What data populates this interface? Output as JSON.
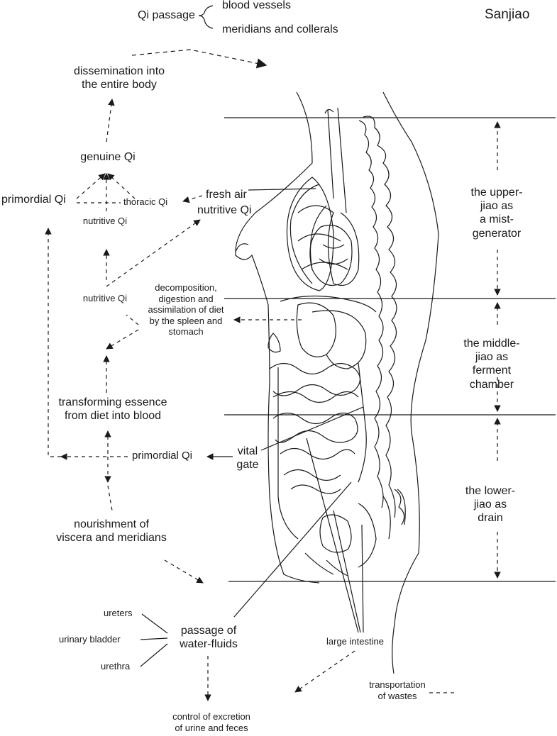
{
  "title": "Sanjiao",
  "qi_passage": {
    "label": "Qi passage",
    "branches": [
      "blood vessels",
      "meridians and collerals"
    ]
  },
  "left_flow": {
    "dissemination": "dissemination into\nthe entire body",
    "genuine_qi": "genuine Qi",
    "primordial_qi_top": "primordial Qi",
    "thoracic_qi": "thoracic Qi",
    "nutritive_qi_small_upper": "nutritive Qi",
    "fresh_air": "fresh air",
    "nutritive_qi_right": "nutritive Qi",
    "nutritive_qi_middle": "nutritive Qi",
    "decomposition": "decomposition,\ndigestion and\nassimilation of diet\nby the spleen and\nstomach",
    "transforming": "transforming essence\nfrom diet into blood",
    "primordial_qi_lower": "primordial Qi",
    "vital_gate": "vital\ngate",
    "nourishment": "nourishment of\nviscera and meridians"
  },
  "jiao": [
    {
      "id": "upper",
      "label": "the upper-jiao as\na mist-generator"
    },
    {
      "id": "middle",
      "label": "the middle-jiao as\nferment chamber"
    },
    {
      "id": "lower",
      "label": "the lower-jiao as\ndrain"
    }
  ],
  "bottom": {
    "ureters": "ureters",
    "urinary_bladder": "urinary bladder",
    "urethra": "urethra",
    "passage": "passage of\nwater-fluids",
    "large_intestine": "large intestine",
    "transportation": "transportation\nof wastes",
    "control": "control of excretion\nof urine and feces"
  }
}
